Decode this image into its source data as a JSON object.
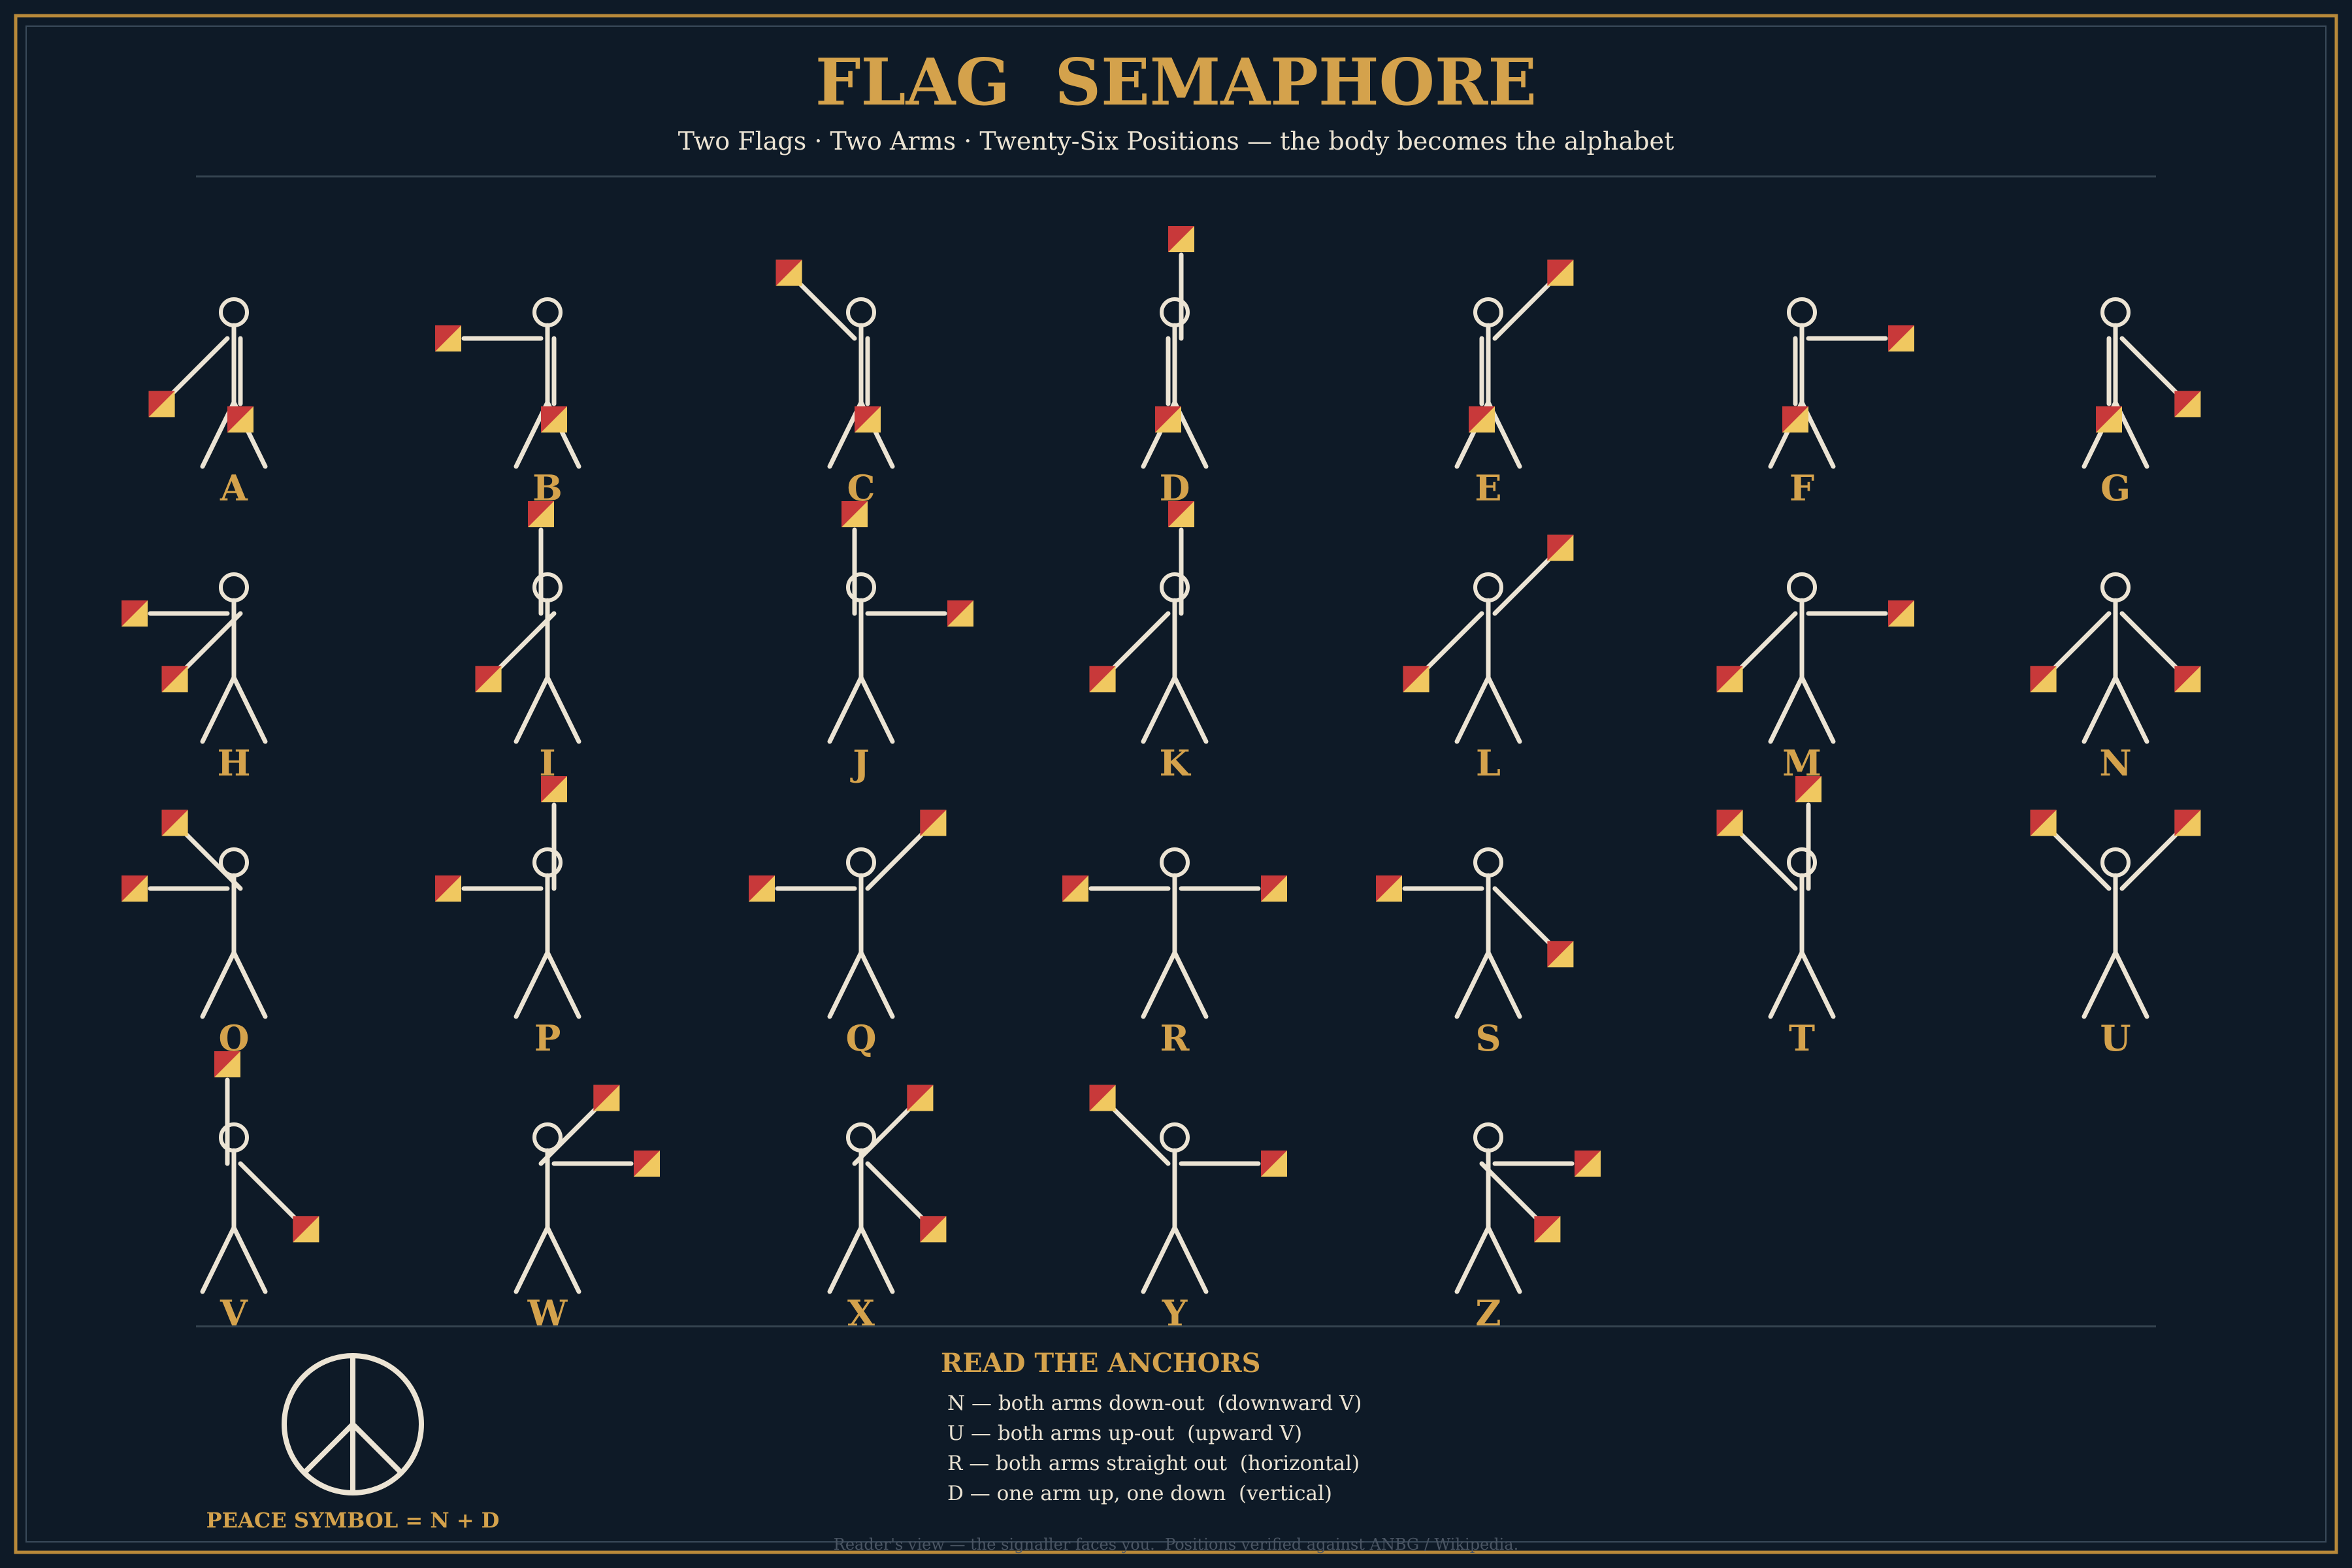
{
  "header": {
    "title": "FLAG  SEMAPHORE",
    "subtitle": "Two Flags · Two Arms · Twenty-Six Positions — the body becomes the alphabet"
  },
  "colors": {
    "background": "#0e1a27",
    "frame_gold": "#b8893a",
    "frame_inner": "#3a4a5a",
    "gold_text": "#d4a24c",
    "figure": "#ece4d4",
    "flag_red": "#c8393a",
    "flag_yellow": "#f0c860",
    "divider": "#34434f"
  },
  "icons": {
    "peace": "peace-symbol-icon",
    "flag": "semaphore-flag-icon"
  },
  "letters": [
    {
      "letter": "A",
      "left": "down-left",
      "right": "down"
    },
    {
      "letter": "B",
      "left": "left",
      "right": "down"
    },
    {
      "letter": "C",
      "left": "up-left",
      "right": "down"
    },
    {
      "letter": "D",
      "left": "down",
      "right": "up"
    },
    {
      "letter": "E",
      "left": "down",
      "right": "up-right"
    },
    {
      "letter": "F",
      "left": "down",
      "right": "right"
    },
    {
      "letter": "G",
      "left": "down",
      "right": "down-right"
    },
    {
      "letter": "H",
      "left": "left",
      "right": "down-left"
    },
    {
      "letter": "I",
      "left": "up",
      "right": "down-left"
    },
    {
      "letter": "J",
      "left": "up",
      "right": "right"
    },
    {
      "letter": "K",
      "left": "down-left",
      "right": "up"
    },
    {
      "letter": "L",
      "left": "down-left",
      "right": "up-right"
    },
    {
      "letter": "M",
      "left": "down-left",
      "right": "right"
    },
    {
      "letter": "N",
      "left": "down-left",
      "right": "down-right"
    },
    {
      "letter": "O",
      "left": "left",
      "right": "up-left"
    },
    {
      "letter": "P",
      "left": "left",
      "right": "up"
    },
    {
      "letter": "Q",
      "left": "left",
      "right": "up-right"
    },
    {
      "letter": "R",
      "left": "left",
      "right": "right"
    },
    {
      "letter": "S",
      "left": "left",
      "right": "down-right"
    },
    {
      "letter": "T",
      "left": "up-left",
      "right": "up"
    },
    {
      "letter": "U",
      "left": "up-left",
      "right": "up-right"
    },
    {
      "letter": "V",
      "left": "up",
      "right": "down-right"
    },
    {
      "letter": "W",
      "left": "up-right",
      "right": "right"
    },
    {
      "letter": "X",
      "left": "up-right",
      "right": "down-right"
    },
    {
      "letter": "Y",
      "left": "up-left",
      "right": "right"
    },
    {
      "letter": "Z",
      "left": "down-right",
      "right": "right"
    }
  ],
  "peace": {
    "label": "PEACE SYMBOL = N + D"
  },
  "anchors": {
    "heading": "READ THE ANCHORS",
    "lines": [
      "N — both arms down-out  (downward V)",
      "U — both arms up-out  (upward V)",
      "R — both arms straight out  (horizontal)",
      "D — one arm up, one down  (vertical)"
    ]
  },
  "footnote": "Reader's view — the signaller faces you.  Positions verified against ANBG / Wikipedia."
}
